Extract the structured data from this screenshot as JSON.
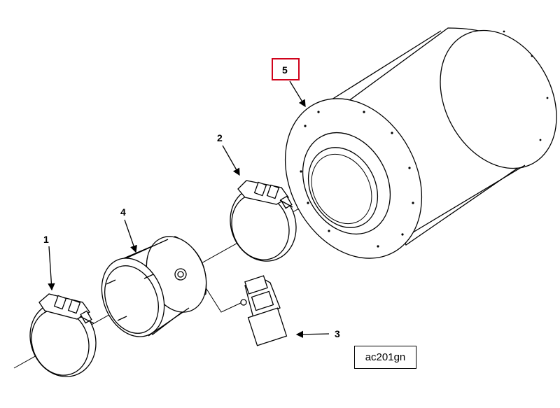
{
  "diagram": {
    "callouts": {
      "c1": "1",
      "c2": "2",
      "c3": "3",
      "c4": "4",
      "c5": "5"
    },
    "figure_code": "ac201gn",
    "highlight_color": "#d0021b"
  }
}
